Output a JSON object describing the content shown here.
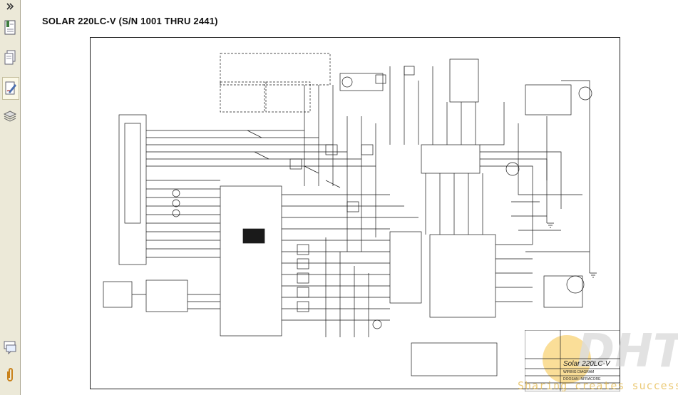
{
  "document": {
    "title": "SOLAR 220LC-V (S/N 1001 THRU 2441)"
  },
  "title_block": {
    "model": "Solar 220LC-V",
    "drawing_type": "WIRING DIAGRAM",
    "maker": "DOOSAN INFRACORE"
  },
  "watermark": {
    "logo_text": "DHT",
    "tagline": "Sharing creates success"
  },
  "sidebar": {
    "icons": [
      "expand-arrows-icon",
      "bookmarks-icon",
      "pages-icon",
      "signatures-icon",
      "layers-icon",
      "comments-icon",
      "attachments-icon"
    ]
  }
}
